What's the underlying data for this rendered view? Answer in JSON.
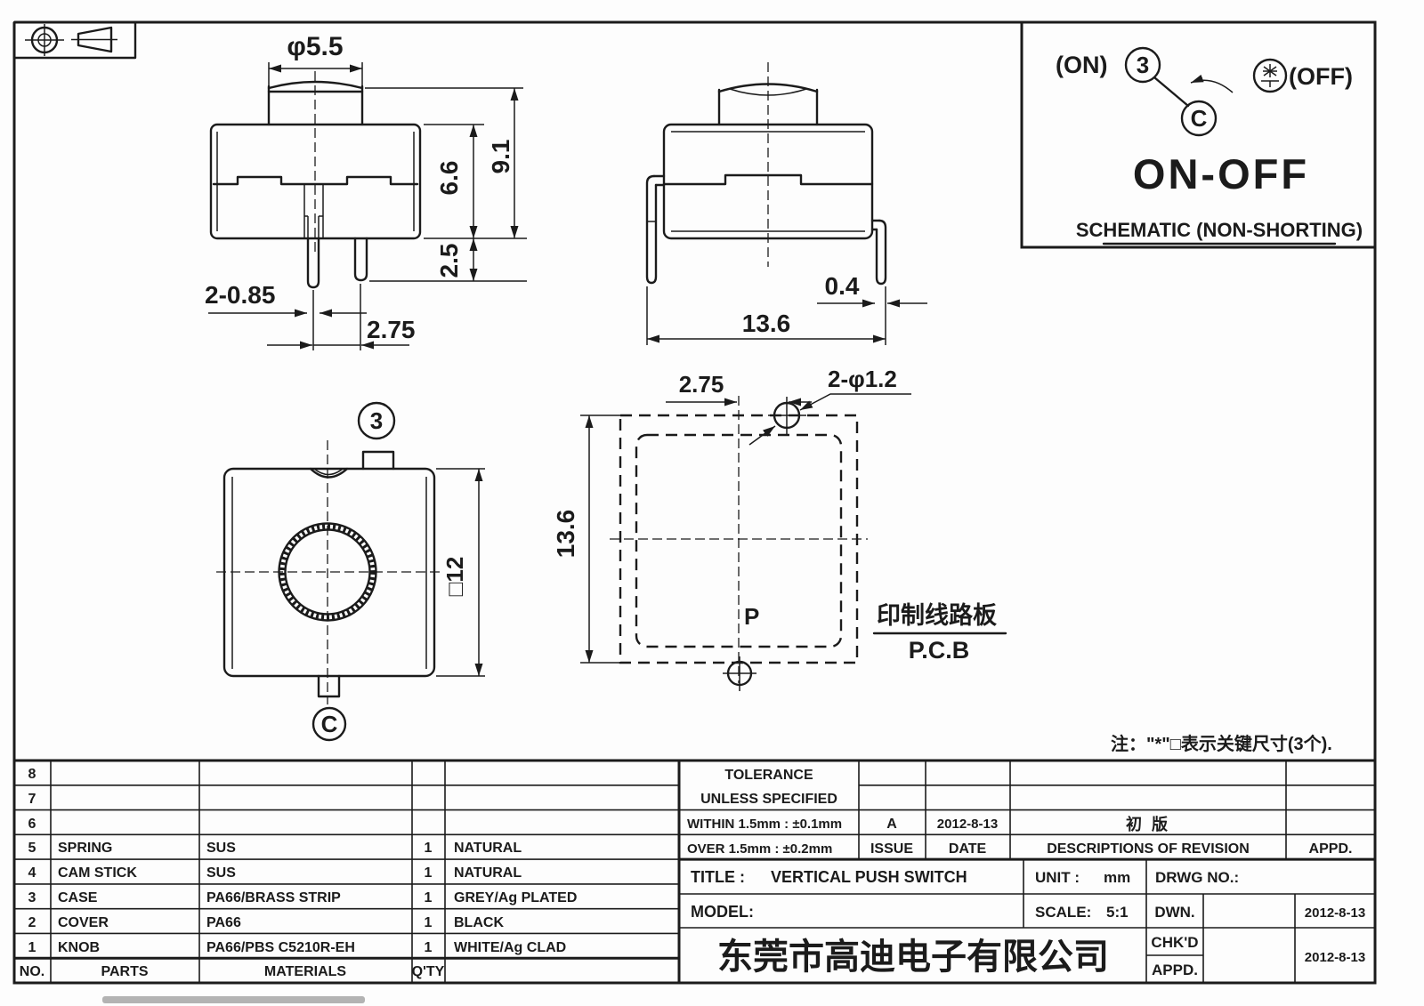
{
  "drawing": {
    "front_view": {
      "dims": {
        "button_dia": "φ5.5",
        "total_height": "9.1",
        "body_height": "6.6",
        "pin_protrusion": "2.5",
        "pin_width": "2-0.85",
        "pin_pitch": "2.75"
      }
    },
    "side_view": {
      "dims": {
        "pin_thickness": "0.4",
        "pin_span": "13.6"
      }
    },
    "top_view": {
      "terminal_3": "3",
      "terminal_c": "C",
      "dims": {
        "body_square": "□12"
      }
    },
    "pcb_view": {
      "dims": {
        "hole_offset": "2.75",
        "hole_spec": "2-φ1.2",
        "pad_span": "13.6"
      },
      "labels": {
        "pin_p": "P",
        "board_cn": "印制线路板",
        "board_en": "P.C.B"
      }
    },
    "schematic": {
      "on": "(ON)",
      "t3": "3",
      "tc": "C",
      "off": "(OFF)",
      "function": "ON-OFF",
      "caption": "SCHEMATIC (NON-SHORTING)"
    },
    "note": "注：\"*\"□表示关键尺寸(3个)."
  },
  "parts_table": {
    "headers": {
      "no": "NO.",
      "parts": "PARTS",
      "materials": "MATERIALS",
      "qty": "Q'TY",
      "finish": ""
    },
    "rows": [
      {
        "no": "8",
        "part": "",
        "material": "",
        "qty": "",
        "finish": ""
      },
      {
        "no": "7",
        "part": "",
        "material": "",
        "qty": "",
        "finish": ""
      },
      {
        "no": "6",
        "part": "",
        "material": "",
        "qty": "",
        "finish": ""
      },
      {
        "no": "5",
        "part": "SPRING",
        "material": "SUS",
        "qty": "1",
        "finish": "NATURAL"
      },
      {
        "no": "4",
        "part": "CAM STICK",
        "material": "SUS",
        "qty": "1",
        "finish": "NATURAL"
      },
      {
        "no": "3",
        "part": "CASE",
        "material": "PA66/BRASS STRIP",
        "qty": "1",
        "finish": "GREY/Ag PLATED"
      },
      {
        "no": "2",
        "part": "COVER",
        "material": "PA66",
        "qty": "1",
        "finish": "BLACK"
      },
      {
        "no": "1",
        "part": "KNOB",
        "material": "PA66/PBS C5210R-EH",
        "qty": "1",
        "finish": "WHITE/Ag CLAD"
      }
    ]
  },
  "title_block": {
    "tolerance_title": "TOLERANCE",
    "tolerance_subtitle": "UNLESS  SPECIFIED",
    "tolerance_within": "WITHIN 1.5mm : ±0.1mm",
    "tolerance_over": "OVER 1.5mm : ±0.2mm",
    "issue_value": "A",
    "issue_date": "2012-8-13",
    "issue_header": "ISSUE",
    "date_header": "DATE",
    "revision_desc": "初 版",
    "revision_header": "DESCRIPTIONS OF REVISION",
    "appd_col_header": "APPD.",
    "title_label": "TITLE :",
    "title_value": "VERTICAL PUSH SWITCH",
    "unit_label": "UNIT :",
    "unit_value": "mm",
    "drwg_label": "DRWG NO.:",
    "model_label": "MODEL:",
    "scale_label": "SCALE:",
    "scale_value": "5:1",
    "dwn_label": "DWN.",
    "dwn_date": "2012-8-13",
    "chkd_label": "CHK'D",
    "appd_label": "APPD.",
    "chkd_appd_date": "2012-8-13",
    "company": "东莞市高迪电子有限公司"
  }
}
